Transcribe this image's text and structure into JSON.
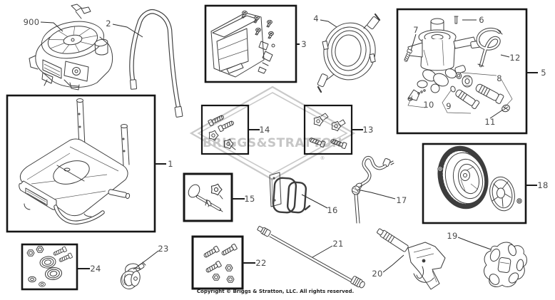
{
  "parts": [
    "900",
    "1",
    "2",
    "3",
    "4",
    "5",
    "6",
    "7",
    "8",
    "9",
    "10",
    "11",
    "12",
    "13",
    "14",
    "15",
    "16",
    "17",
    "18",
    "19",
    "20",
    "21",
    "22",
    "23",
    "24"
  ],
  "watermark": {
    "text": "BRIGGS&STRATTON",
    "registered": "®"
  },
  "footer": {
    "copyright": "Copyright © Briggs & Stratton, LLC. All rights reserved."
  },
  "colors": {
    "background": "#ffffff",
    "line_art": "#3d3d3d",
    "box_border": "#161616",
    "watermark": "#c6c6c6",
    "label": "#4a4a4a"
  }
}
